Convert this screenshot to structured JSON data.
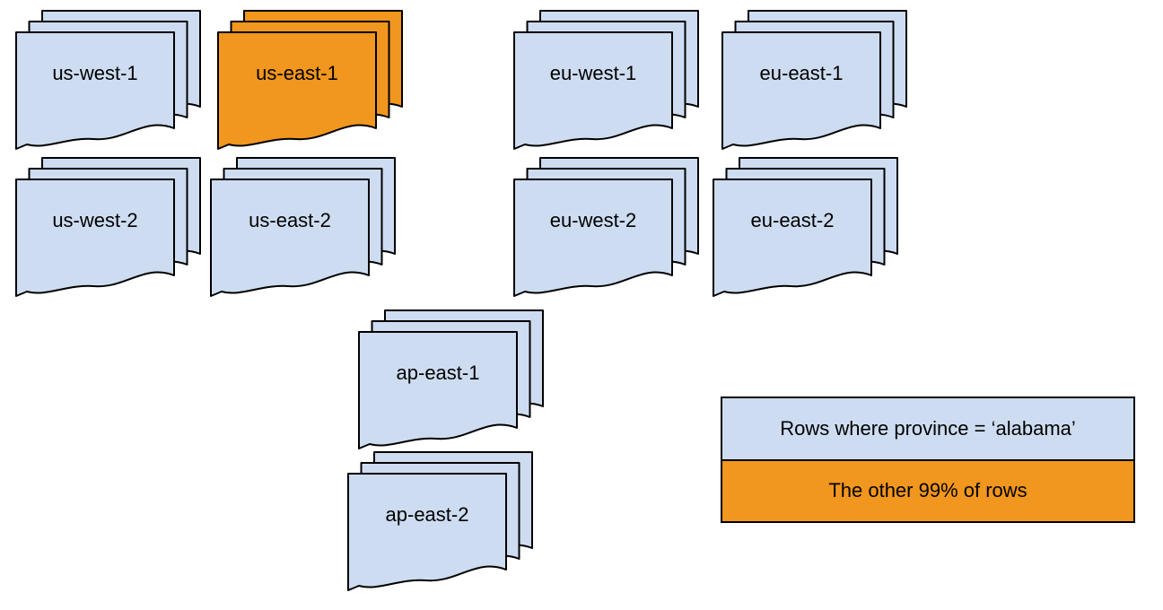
{
  "colors": {
    "document_blue": "#cddcf0",
    "document_orange": "#f1961e",
    "outline": "#000000",
    "background": "#ffffff",
    "text": "#000000"
  },
  "regions": [
    {
      "label": "us-west-1",
      "highlighted": false
    },
    {
      "label": "us-east-1",
      "highlighted": true
    },
    {
      "label": "eu-west-1",
      "highlighted": false
    },
    {
      "label": "eu-east-1",
      "highlighted": false
    },
    {
      "label": "us-west-2",
      "highlighted": false
    },
    {
      "label": "us-east-2",
      "highlighted": false
    },
    {
      "label": "eu-west-2",
      "highlighted": false
    },
    {
      "label": "eu-east-2",
      "highlighted": false
    },
    {
      "label": "ap-east-1",
      "highlighted": false
    },
    {
      "label": "ap-east-2",
      "highlighted": false
    }
  ],
  "legend": {
    "rows": [
      {
        "label": "Rows where province = ‘alabama’",
        "swatch": "document_blue"
      },
      {
        "label": "The other 99% of rows",
        "swatch": "document_orange"
      }
    ]
  }
}
